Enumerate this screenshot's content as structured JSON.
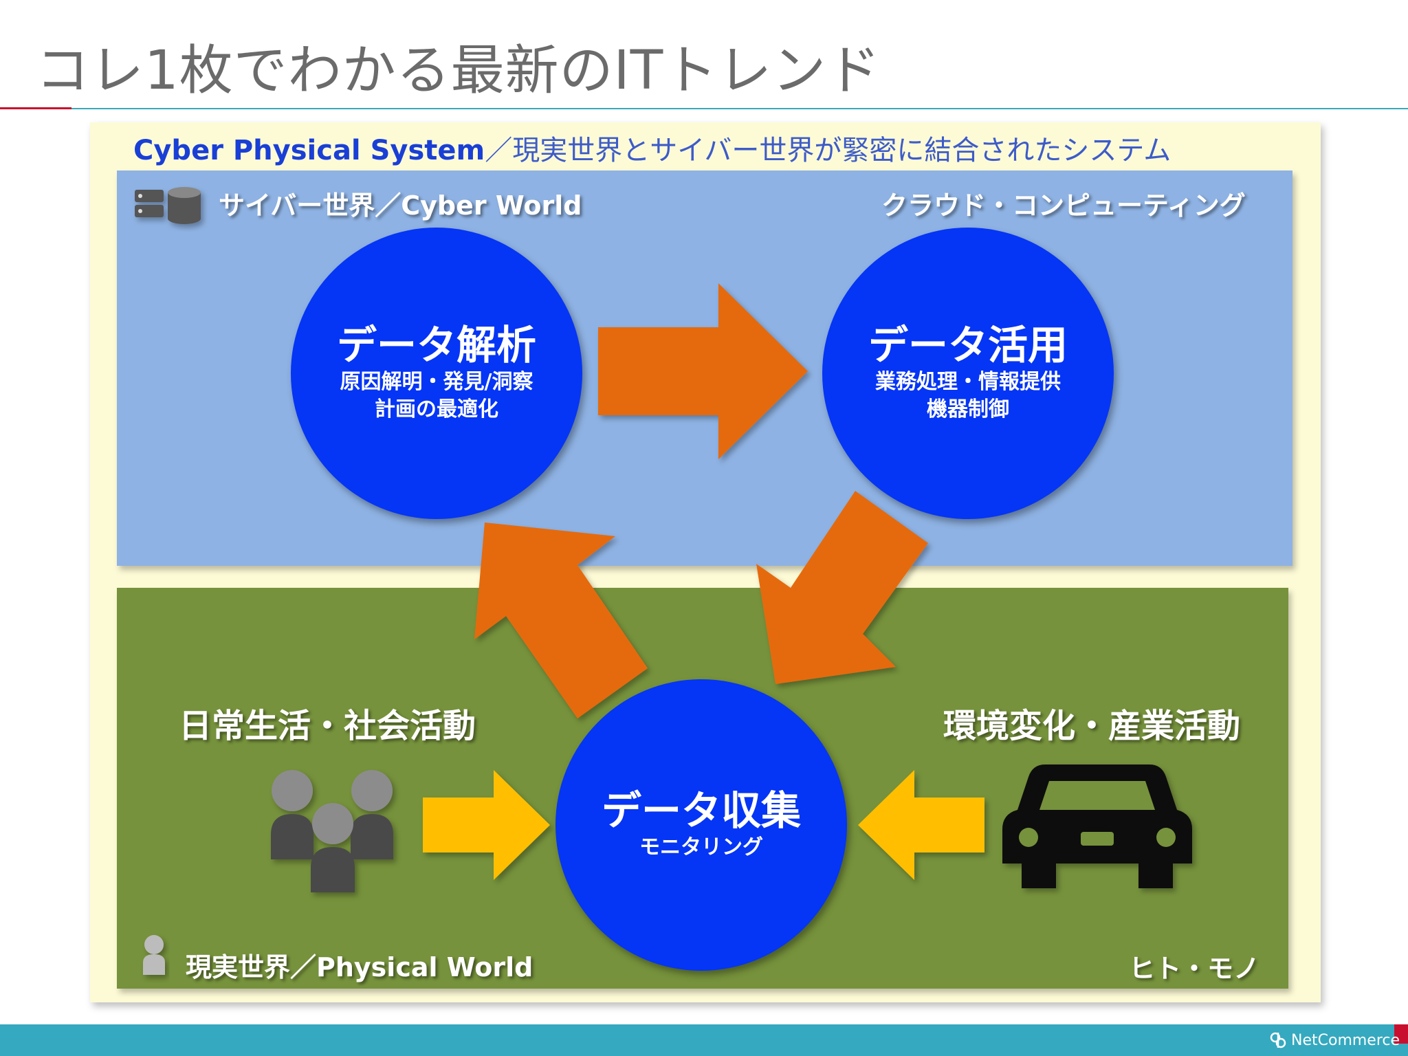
{
  "page": {
    "title": "コレ1枚でわかる最新のITトレンド"
  },
  "cps": {
    "title_en": "Cyber Physical System",
    "title_jp": "／現実世界とサイバー世界が緊密に結合されたシステム"
  },
  "cyber": {
    "label": "サイバー世界／Cyber World",
    "right_label": "クラウド・コンピューティング",
    "icon": "server-database-icon"
  },
  "physical": {
    "label": "現実世界／Physical World",
    "right_label": "ヒト・モノ",
    "icon": "person-icon",
    "left_heading": "日常生活・社会活動",
    "right_heading": "環境変化・産業活動",
    "left_icon": "people-group-icon",
    "right_icon": "car-icon"
  },
  "nodes": {
    "analysis": {
      "title": "データ解析",
      "line1": "原因解明・発見/洞察",
      "line2": "計画の最適化"
    },
    "utilization": {
      "title": "データ活用",
      "line1": "業務処理・情報提供",
      "line2": "機器制御"
    },
    "collection": {
      "title": "データ収集",
      "line1": "モニタリング"
    }
  },
  "colors": {
    "circle": "#0535f5",
    "cycle_arrow": "#e56b10",
    "input_arrow": "#ffbf00",
    "cyber_panel": "#8eb2e3",
    "physical_panel": "#76923c"
  },
  "footer": {
    "brand": "NetCommerce",
    "brand_icon": "netcommerce-logo-icon"
  }
}
